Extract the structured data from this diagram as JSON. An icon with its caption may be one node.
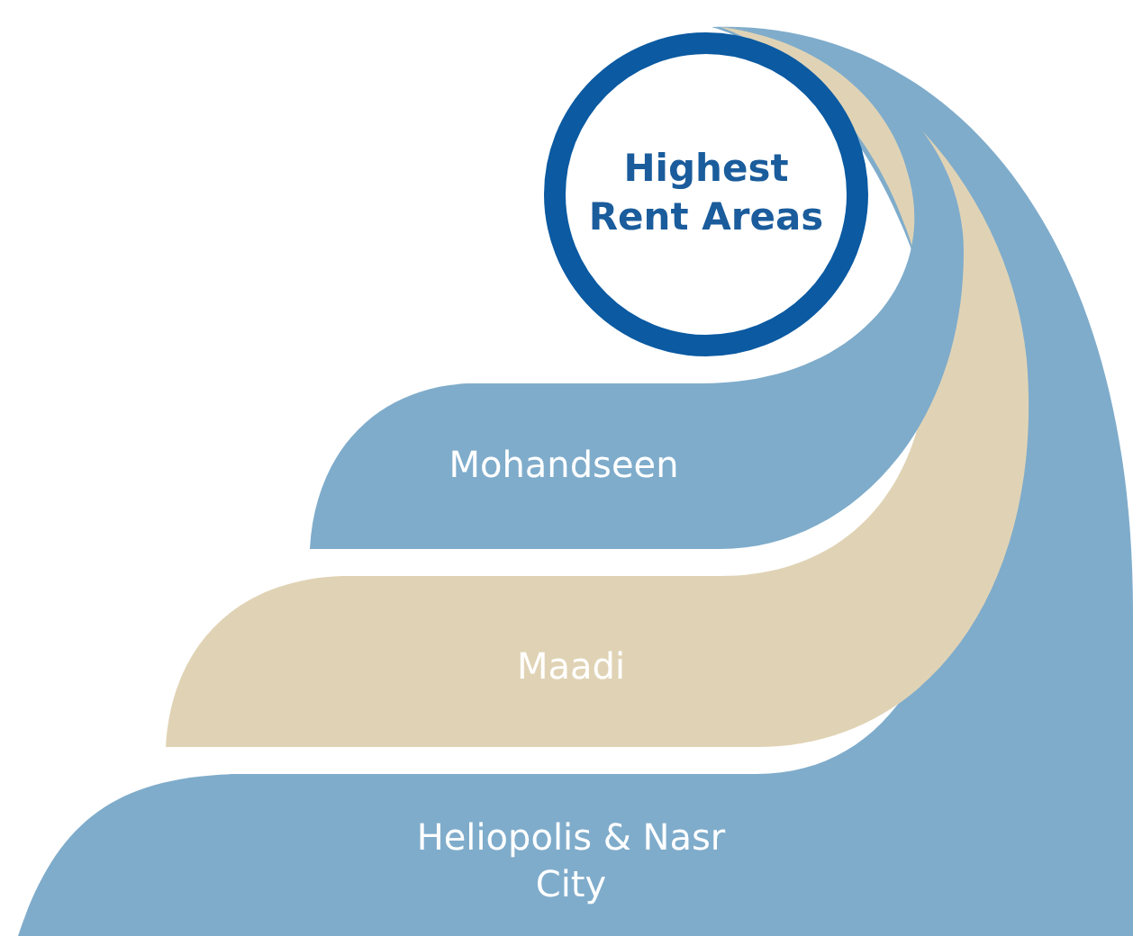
{
  "diagram": {
    "nodes": [
      {
        "text": [
          "Highest Rent Areas"
        ]
      },
      {
        "text": [
          "Mohandseen"
        ]
      },
      {
        "text": [
          "Maadi"
        ]
      },
      {
        "text": [
          "Heliopolis & Nasr City"
        ]
      }
    ]
  }
}
